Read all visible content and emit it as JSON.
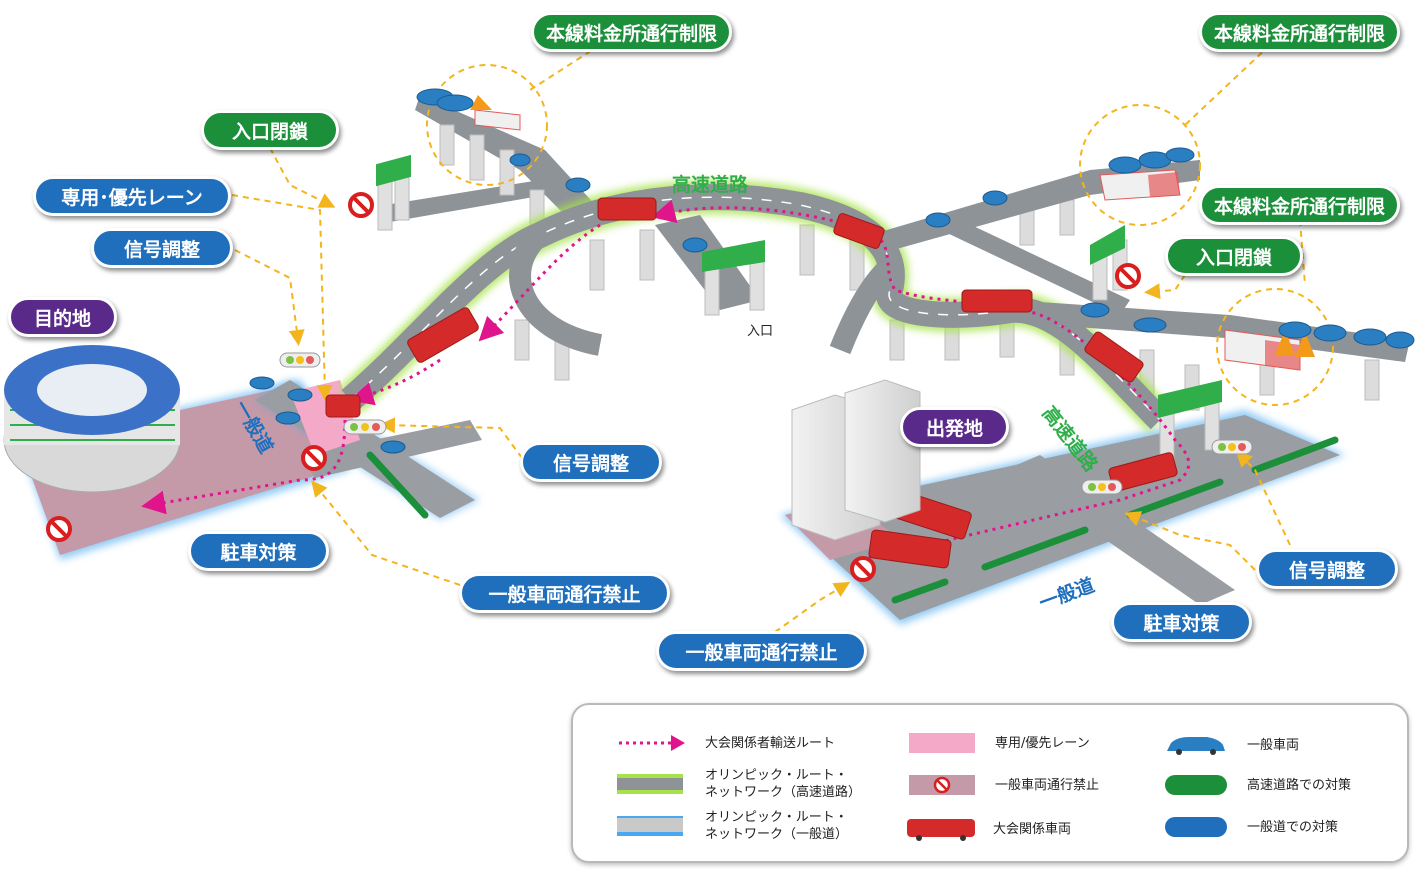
{
  "callouts": {
    "toll_top_center": "本線料金所通行制限",
    "toll_top_right": "本線料金所通行制限",
    "toll_mid_right": "本線料金所通行制限",
    "entrance_closed_left": "入口閉鎖",
    "entrance_closed_right": "入口閉鎖",
    "dedicated_lane": "専用･優先レーン",
    "signal_left_top": "信号調整",
    "signal_left_bottom": "信号調整",
    "signal_right": "信号調整",
    "destination": "目的地",
    "origin": "出発地",
    "parking_left": "駐車対策",
    "parking_right": "駐車対策",
    "no_traffic_left": "一般車両通行禁止",
    "no_traffic_right": "一般車両通行禁止"
  },
  "road_labels": {
    "expressway_top": "高速道路",
    "expressway_right": "高速道路",
    "general_left": "一般道",
    "general_right": "一般道",
    "entrance": "入口"
  },
  "legend": {
    "route": "大会関係者輸送ルート",
    "orn_expressway": "オリンピック・ルート・\nネットワーク（高速道路）",
    "orn_general": "オリンピック・ルート・\nネットワーク（一般道）",
    "dedicated_lane": "専用/優先レーン",
    "no_general": "一般車両通行禁止",
    "games_vehicle": "大会関係車両",
    "general_vehicle": "一般車両",
    "expressway_measure": "高速道路での対策",
    "general_measure": "一般道での対策"
  },
  "colors": {
    "expressway_measure": "#1b8f3a",
    "general_measure": "#1f6fbd",
    "venue_label": "#5a2a8a",
    "route_arrow": "#e0158c",
    "dedicated_lane": "#f5a9c8",
    "no_entry": "#d81e1e",
    "games_vehicle": "#d42a2a",
    "general_vehicle": "#2a7ec2",
    "expressway_glow": "#a6e34a",
    "general_glow": "#49a8ef",
    "callout_line": "#f3b51d"
  }
}
